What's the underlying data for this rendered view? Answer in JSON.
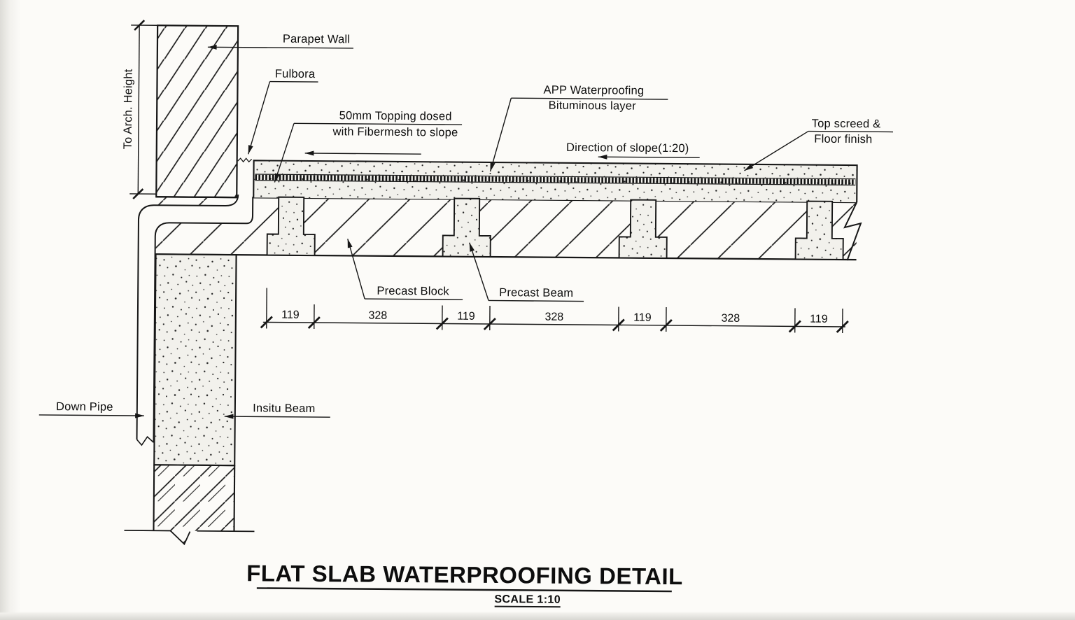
{
  "title": {
    "text": "FLAT SLAB WATERPROOFING DETAIL",
    "scale": "SCALE 1:10"
  },
  "labels": {
    "parapet_wall": "Parapet Wall",
    "fulbora": "Fulbora",
    "arch_height": "To Arch. Height",
    "topping_line1": "50mm Topping dosed",
    "topping_line2": "with Fibermesh to slope",
    "app_line1": "APP Waterproofing",
    "app_line2": "Bituminous layer",
    "slope_direction": "Direction of slope(1:20)",
    "top_screed_line1": "Top screed &",
    "top_screed_line2": "Floor finish",
    "precast_block": "Precast Block",
    "precast_beam": "Precast Beam",
    "down_pipe": "Down Pipe",
    "insitu_beam": "Insitu Beam"
  },
  "dimensions": {
    "values": [
      "119",
      "328",
      "119",
      "328",
      "119",
      "328",
      "119"
    ]
  },
  "colors": {
    "ink": "#161616",
    "paper": "#fcfbf8",
    "concrete_fill": "#f2f1ec"
  }
}
